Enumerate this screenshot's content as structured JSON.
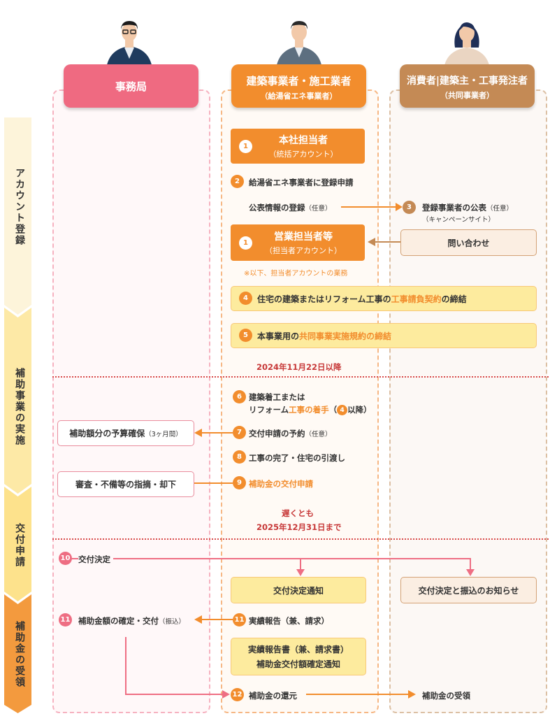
{
  "headers": {
    "jimukyoku": "事務局",
    "contractor_title": "建築事業者・施工業者",
    "contractor_sub": "（給湯省エネ事業者）",
    "consumer_title": "消費者|建築主・工事発注者",
    "consumer_sub": "（共同事業者）"
  },
  "stages": [
    "アカウント登録",
    "補助事業の実施",
    "交付申請",
    "補助金の受領"
  ],
  "steps": {
    "s1a_title": "本社担当者",
    "s1a_sub": "（統括アカウント）",
    "s2": "給湯省エネ事業者に登録申請",
    "s2_pub": "公表情報の登録",
    "s2_pub_note": "（任意）",
    "s3": "登録事業者の公表",
    "s3_note": "（任意）",
    "s3_sub": "（キャンペーンサイト）",
    "s1b_title": "営業担当者等",
    "s1b_sub": "（担当者アカウント）",
    "inquiry": "問い合わせ",
    "note_below": "※以下、担当者アカウントの業務",
    "s4_a": "住宅の建築またはリフォーム工事の",
    "s4_hl": "工事請負契約",
    "s4_b": "の締結",
    "s5_a": "本事業用の",
    "s5_hl": "共同事業実施規約の締結",
    "date1": "2024年11月22日以降",
    "s6_l1": "建築着工または",
    "s6_l2a": "リフォーム",
    "s6_hl": "工事の着手",
    "s6_l2b": "（",
    "s6_ref": "4",
    "s6_l2c": "以降）",
    "s7": "交付申請の予約",
    "s7_note": "（任意）",
    "budget": "補助額分の予算確保",
    "budget_note": "（3ヶ月間）",
    "s8": "工事の完了・住宅の引渡し",
    "s9": "補助金の交付申請",
    "review": "審査・不備等の指摘・却下",
    "date2_l1": "遅くとも",
    "date2_l2": "2025年12月31日まで",
    "s10": "交付決定",
    "notice": "交付決定通知",
    "consumer_notice": "交付決定と振込のお知らせ",
    "s11_left": "補助金額の確定・交付",
    "s11_left_note": "（振込）",
    "s11_right": "実績報告（兼、請求）",
    "report_l1": "実績報告書（兼、請求書）",
    "report_l2": "補助金交付額確定通知",
    "s12": "補助金の還元",
    "receive": "補助金の受領"
  },
  "numbers": [
    "1",
    "2",
    "3",
    "1",
    "4",
    "5",
    "6",
    "7",
    "8",
    "9",
    "10",
    "11",
    "11",
    "12"
  ],
  "colors": {
    "pink": "#ee6e83",
    "orange": "#f28d2d",
    "tan": "#c48a55",
    "yellow": "#fdeb9e",
    "red_dotted": "#d84a4a"
  }
}
